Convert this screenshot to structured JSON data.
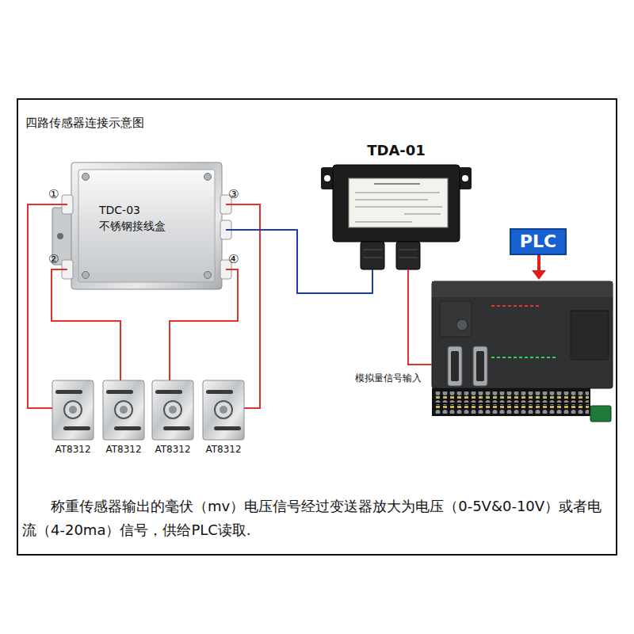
{
  "diagram": {
    "title": "四路传感器连接示意图",
    "caption": "称重传感器输出的毫伏（mv）电压信号经过变送器放大为电压（0-5V&0-10V）或者电流（4-20ma）信号，供给PLC读取.",
    "nodes": [
      {
        "text": [
          "TDC-03",
          "不锈钢接线盒"
        ]
      },
      {
        "text": [
          "TDA-01"
        ]
      },
      {
        "text": [
          "PLC"
        ]
      },
      {
        "text": [
          "AT8312"
        ]
      },
      {
        "text": [
          "AT8312"
        ]
      },
      {
        "text": [
          "AT8312"
        ]
      },
      {
        "text": [
          "AT8312"
        ]
      }
    ],
    "edges": [
      {
        "from": 3,
        "to": 0,
        "arrow": "none"
      },
      {
        "from": 4,
        "to": 0,
        "arrow": "none"
      },
      {
        "from": 5,
        "to": 0,
        "arrow": "none"
      },
      {
        "from": 6,
        "to": 0,
        "arrow": "none"
      },
      {
        "from": 0,
        "to": 1,
        "arrow": "none"
      },
      {
        "from": 1,
        "to": 2,
        "arrow": "none"
      }
    ],
    "labels": [
      "①",
      "②",
      "③",
      "④",
      "模拟量信号输入"
    ]
  }
}
